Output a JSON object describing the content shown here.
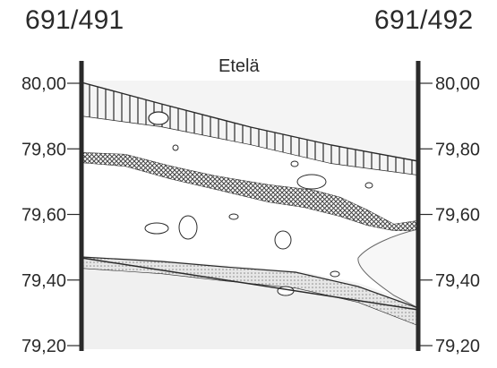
{
  "header": {
    "left_code": "691/491",
    "right_code": "691/492"
  },
  "direction_label": "Etelä",
  "elevation_ticks": [
    {
      "label": "80,00",
      "value": 80.0
    },
    {
      "label": "79,80",
      "value": 79.8
    },
    {
      "label": "79,60",
      "value": 79.6
    },
    {
      "label": "79,40",
      "value": 79.4
    },
    {
      "label": "79,20",
      "value": 79.2
    }
  ],
  "colors": {
    "ink": "#2a2a2a",
    "paper": "#ffffff",
    "fill_light": "#f3f3f3",
    "hatch": "#555555"
  }
}
